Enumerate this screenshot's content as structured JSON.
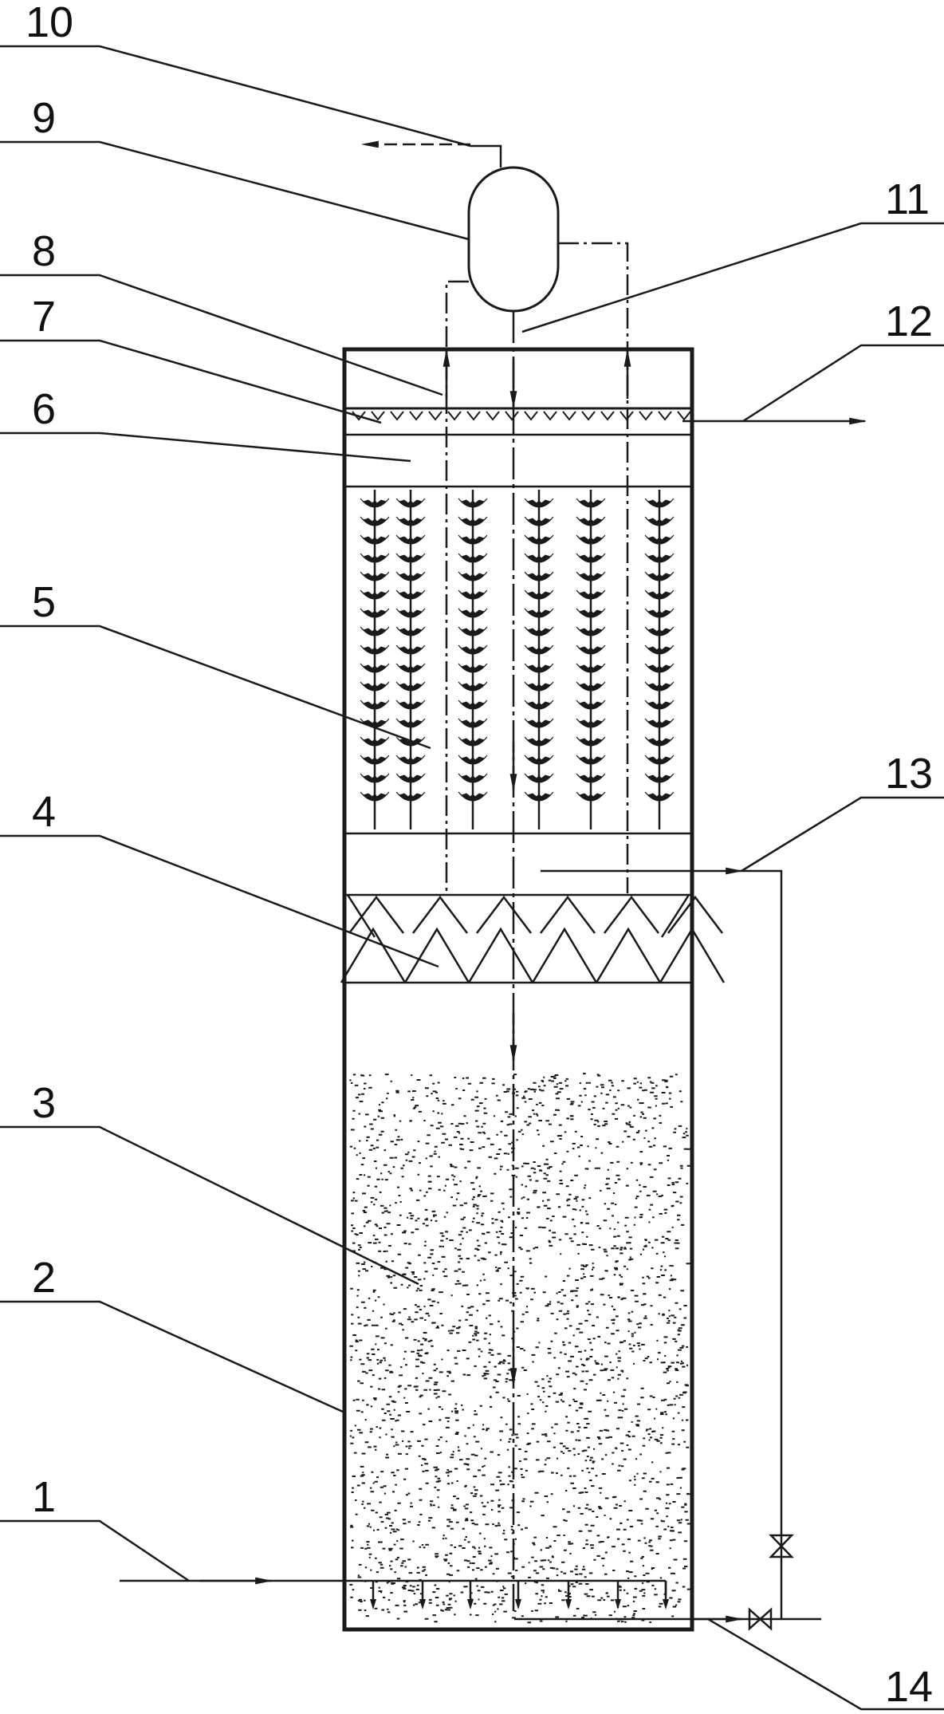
{
  "labels": {
    "l1": "1",
    "l2": "2",
    "l3": "3",
    "l4": "4",
    "l5": "5",
    "l6": "6",
    "l7": "7",
    "l8": "8",
    "l9": "9",
    "l10": "10",
    "l11": "11",
    "l12": "12",
    "l13": "13",
    "l14": "14"
  },
  "colors": {
    "line": "#1a1a1a",
    "background": "#ffffff"
  }
}
